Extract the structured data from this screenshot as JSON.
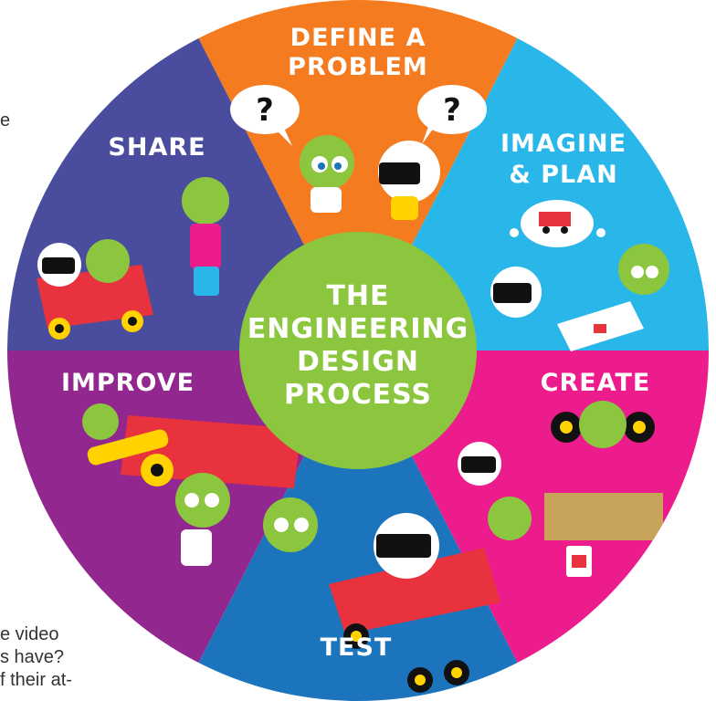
{
  "background_text": {
    "top_right_fragment": "e",
    "bottom_line_1": "e video",
    "bottom_line_2": "s have?",
    "bottom_line_3": "f their at-"
  },
  "center": {
    "line1": "THE",
    "line2": "ENGINEERING",
    "line3": "DESIGN",
    "line4": "PROCESS",
    "color": "#8cc63f"
  },
  "segments": {
    "define": {
      "line1": "DEFINE A",
      "line2": "PROBLEM",
      "color": "#f47b20"
    },
    "imagine": {
      "line1": "IMAGINE",
      "line2": "& PLAN",
      "color": "#29b6e8"
    },
    "create": {
      "line1": "CREATE",
      "color": "#ec1c8c"
    },
    "test": {
      "line1": "TEST",
      "color": "#1c75bc"
    },
    "improve": {
      "line1": "IMPROVE",
      "color": "#92278f"
    },
    "share": {
      "line1": "SHARE",
      "color": "#4a4d9e"
    }
  },
  "speech_bubbles": {
    "left": "?",
    "right": "?"
  }
}
